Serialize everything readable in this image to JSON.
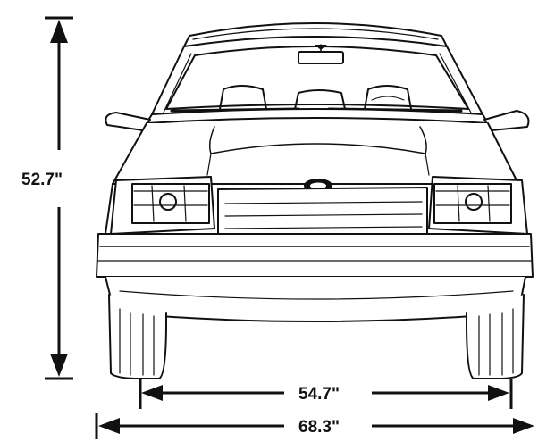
{
  "dimensions": {
    "height_label": "52.7\"",
    "track_label": "54.7\"",
    "width_label": "68.3\""
  },
  "colors": {
    "ink": "#111111",
    "paper": "#ffffff"
  }
}
